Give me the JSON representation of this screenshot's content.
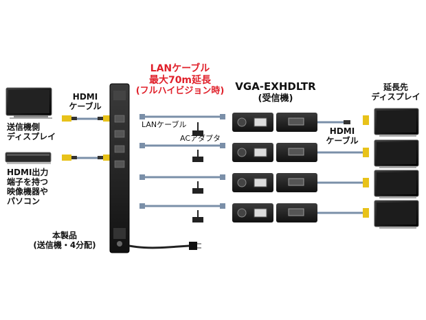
{
  "diagram": {
    "lan_cable_note": {
      "line1": "LANケーブル",
      "line2": "最大70m延長",
      "line3": "(フルハイビジョン時)",
      "color": "#e0202a"
    },
    "receiver": {
      "model": "VGA-EXHDLTR",
      "sub": "(受信機)"
    },
    "hdmi_cable_left": {
      "line1": "HDMI",
      "line2": "ケーブル"
    },
    "hdmi_cable_right": {
      "line1": "HDMI",
      "line2": "ケーブル"
    },
    "sender_display": {
      "line1": "送信機側",
      "line2": "ディスプレイ"
    },
    "source_device": {
      "line1": "HDMI出力",
      "line2": "端子を持つ",
      "line3": "映像機器や",
      "line4": "パソコン"
    },
    "main_product": {
      "line1": "本製品",
      "line2": "(送信機・4分配)"
    },
    "extended_display": {
      "line1": "延長先",
      "line2": "ディスプレイ"
    },
    "lan_cable_label": "LANケーブル",
    "ac_adapter_label": "ACアダプタ",
    "colors": {
      "device": "#1a1a1a",
      "cable": "#7a8fa8",
      "connector": "#e8c21a",
      "text": "#111111"
    }
  }
}
